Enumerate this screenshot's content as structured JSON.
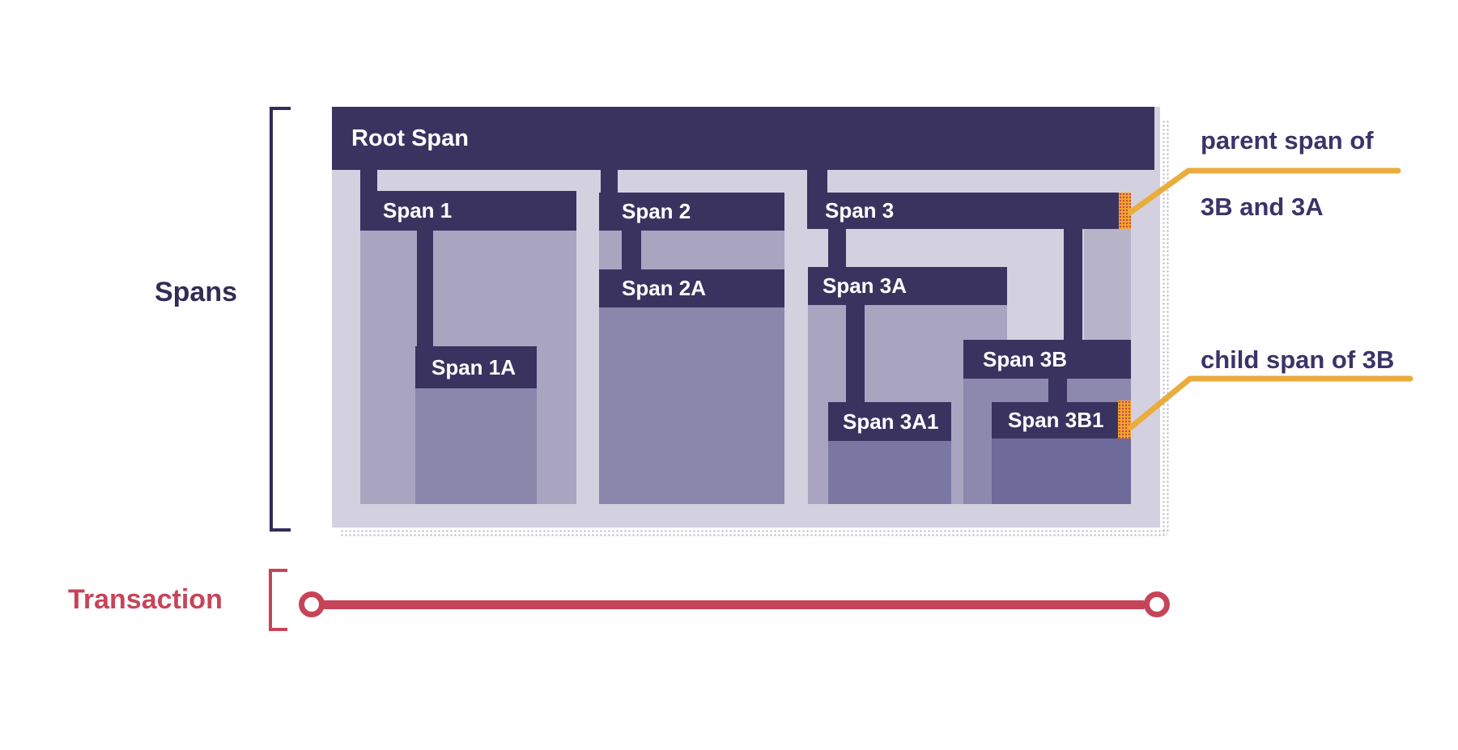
{
  "side": {
    "spans_label": "Spans",
    "transaction_label": "Transaction"
  },
  "diagram": {
    "root": "Root Span",
    "s1": "Span 1",
    "s1a": "Span 1A",
    "s2": "Span 2",
    "s2a": "Span 2A",
    "s3": "Span 3",
    "s3a": "Span 3A",
    "s3a1": "Span 3A1",
    "s3b": "Span 3B",
    "s3b1": "Span 3B1"
  },
  "annotations": {
    "parent_line1": "parent span of",
    "parent_line2": "3B and 3A",
    "child": "child span of 3B"
  },
  "colors": {
    "navy": "#3A3360",
    "ink": "#322C56",
    "annoink": "#3A3468",
    "light": "#D3D1DF",
    "medium": "#A9A5C1",
    "mediumlight": "#B7B3C9",
    "childfill": "#8B87AC",
    "s3bfill": "#8D89AE",
    "s3a1fill": "#7B77A3",
    "s3b1fill": "#6E6A99",
    "orange": "#F2A62E",
    "orangedot": "#C84B3F",
    "gold": "#EAAC3D",
    "crimson": "#C64459",
    "white": "#FFFFFF"
  }
}
